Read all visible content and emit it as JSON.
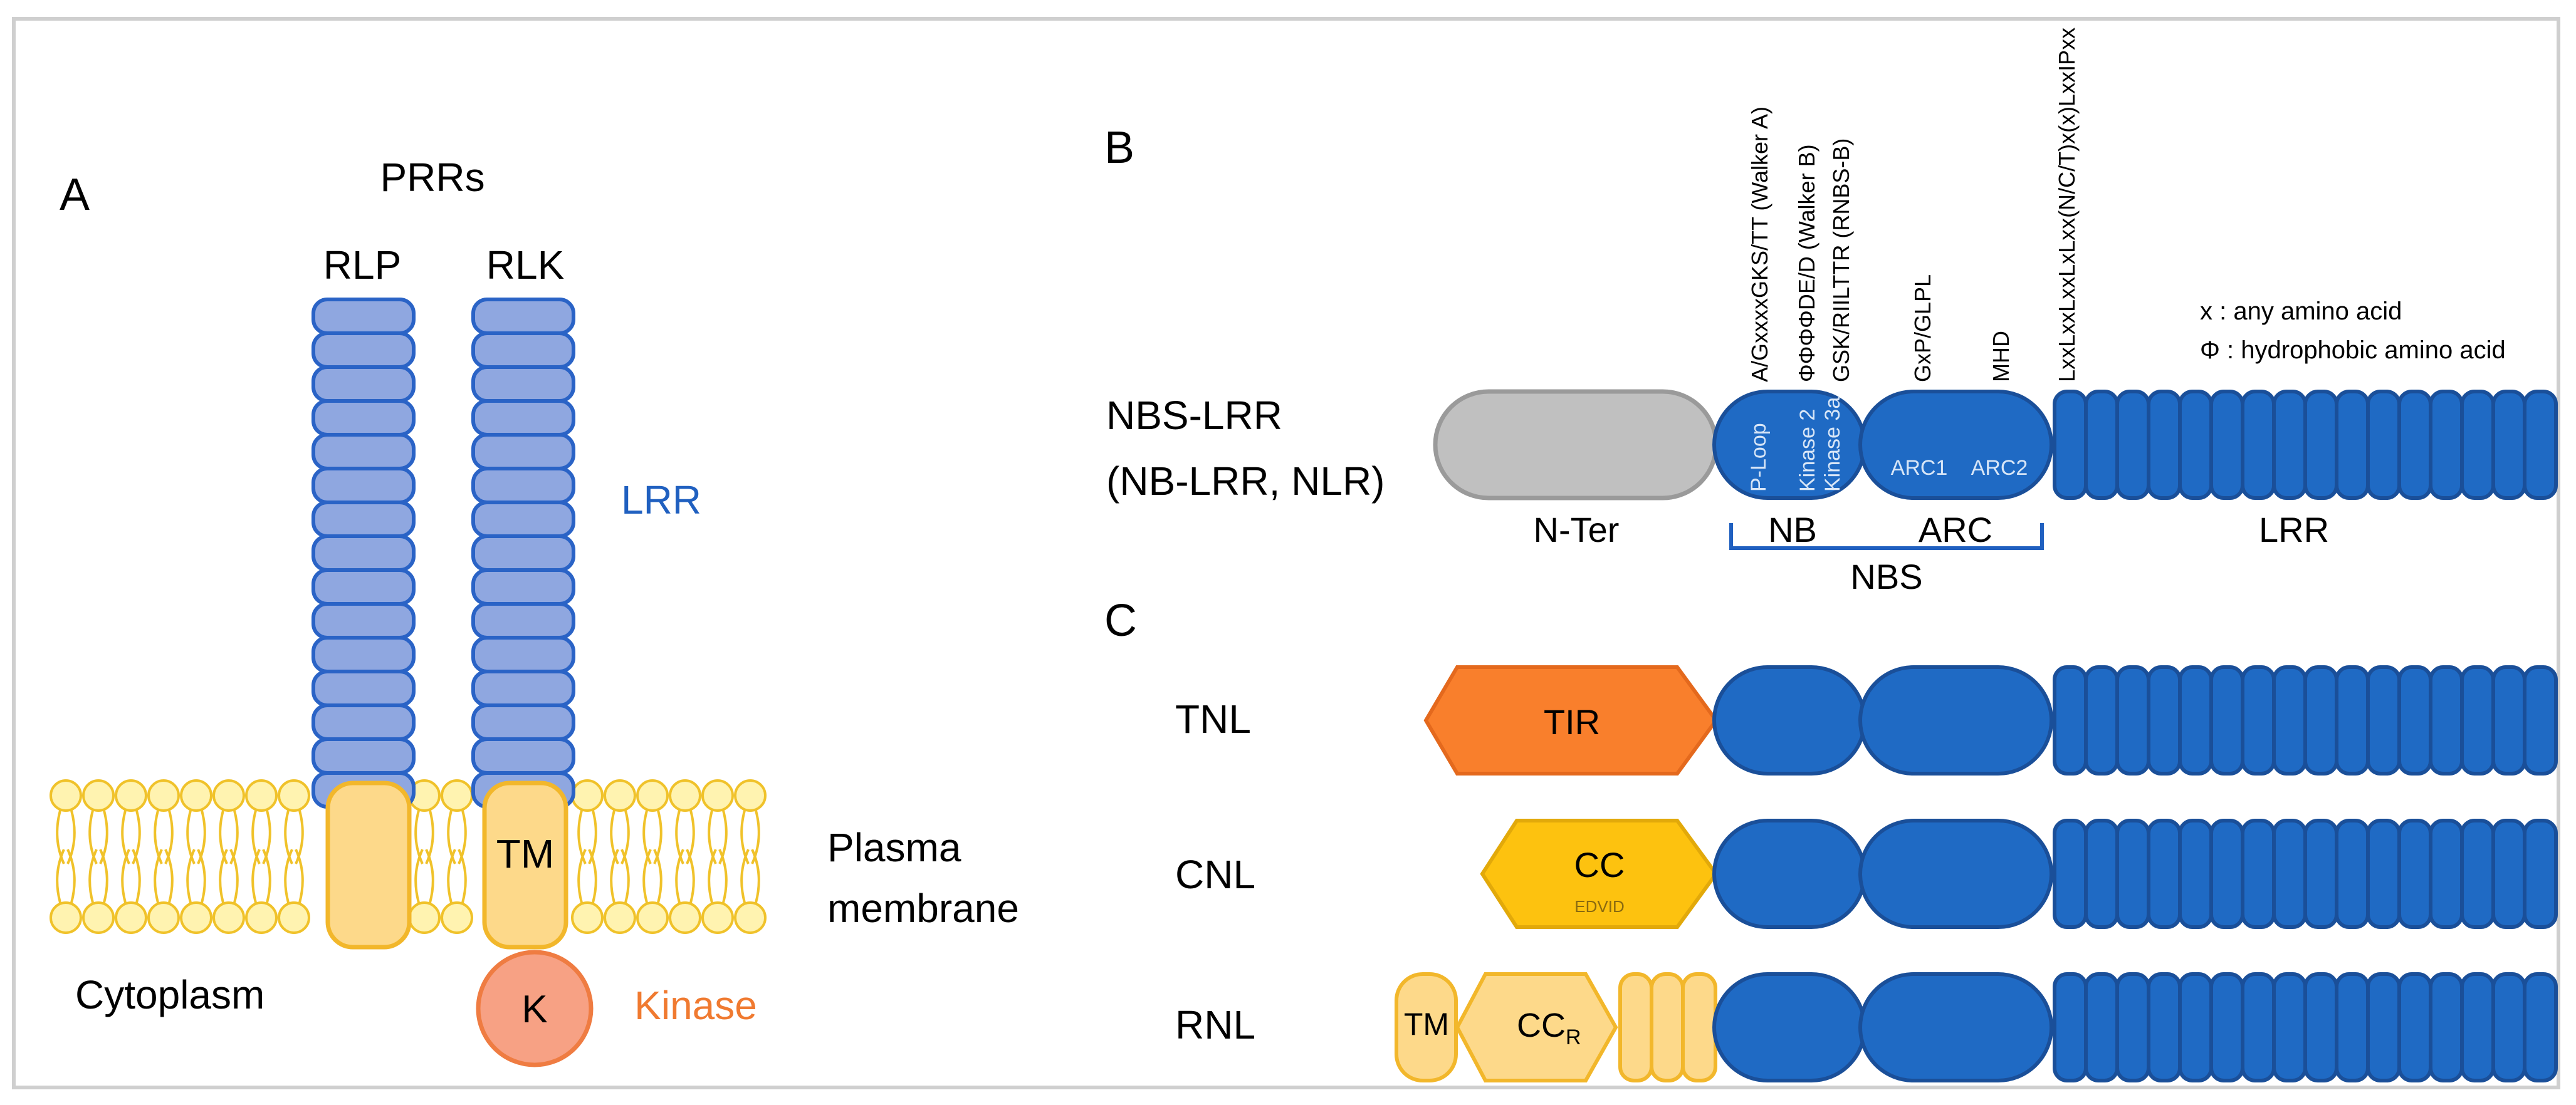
{
  "colors": {
    "lrr_rep_fill": "#8fa7e0",
    "lrr_rep_stroke": "#2a63c6",
    "nlr_blue": "#1f6ac4",
    "nlr_blue_stroke": "#1a4f99",
    "tm_fill": "#fdd98a",
    "tm_stroke": "#f2b72b",
    "kinase_fill": "#f7a184",
    "kinase_stroke": "#ef7c42",
    "tir_fill": "#f97f2c",
    "tir_stroke": "#e4691d",
    "cc_fill": "#fdc20f",
    "cc_stroke": "#e2a90a",
    "nter_fill": "#c0c0c0",
    "nter_stroke": "#9a9a9a",
    "lipid_head_fill": "#fff3b0",
    "lipid_stroke": "#f0c22a",
    "label_blue": "#2060c0",
    "label_orange": "#f07a30"
  },
  "panelA": {
    "letter": "A",
    "title": "PRRs",
    "rlp_label": "RLP",
    "rlk_label": "RLK",
    "lrr_label": "LRR",
    "tm_label": "TM",
    "kinase_symbol": "K",
    "kinase_label": "Kinase",
    "membrane_label_1": "Plasma",
    "membrane_label_2": "membrane",
    "cytoplasm_label": "Cytoplasm"
  },
  "panelB": {
    "letter": "B",
    "nbs_lrr_line1": "NBS-LRR",
    "nbs_lrr_line2": "(NB-LRR, NLR)",
    "nter_label": "N-Ter",
    "nb_label": "NB",
    "arc_label": "ARC",
    "nbs_label": "NBS",
    "lrr_label": "LRR",
    "ploop": "P-Loop",
    "kinase2": "Kinase 2",
    "kinase3a": "Kinase 3a",
    "arc1": "ARC1",
    "arc2": "ARC2",
    "motif_walker_a": "A/GxxxxGKS/TT (Walker A)",
    "motif_walker_b": "ΦΦΦΦDE/D (Walker B)",
    "motif_rnbs_b": "GSK/RIILTTR (RNBS-B)",
    "motif_gxp": "GxP/GLPL",
    "motif_mhd": "MHD",
    "motif_lrr": "LxxLxxLxxLxLxx(N/C/T)x(x)LxxIPxx",
    "legend_x": "x : any amino acid",
    "legend_phi": "Φ : hydrophobic amino acid"
  },
  "panelC": {
    "letter": "C",
    "tnl_label": "TNL",
    "cnl_label": "CNL",
    "rnl_label": "RNL",
    "tir_label": "TIR",
    "cc_label": "CC",
    "edvid_label": "EDVID",
    "tm_label": "TM",
    "ccr_label": "CC",
    "ccr_sub": "R"
  }
}
